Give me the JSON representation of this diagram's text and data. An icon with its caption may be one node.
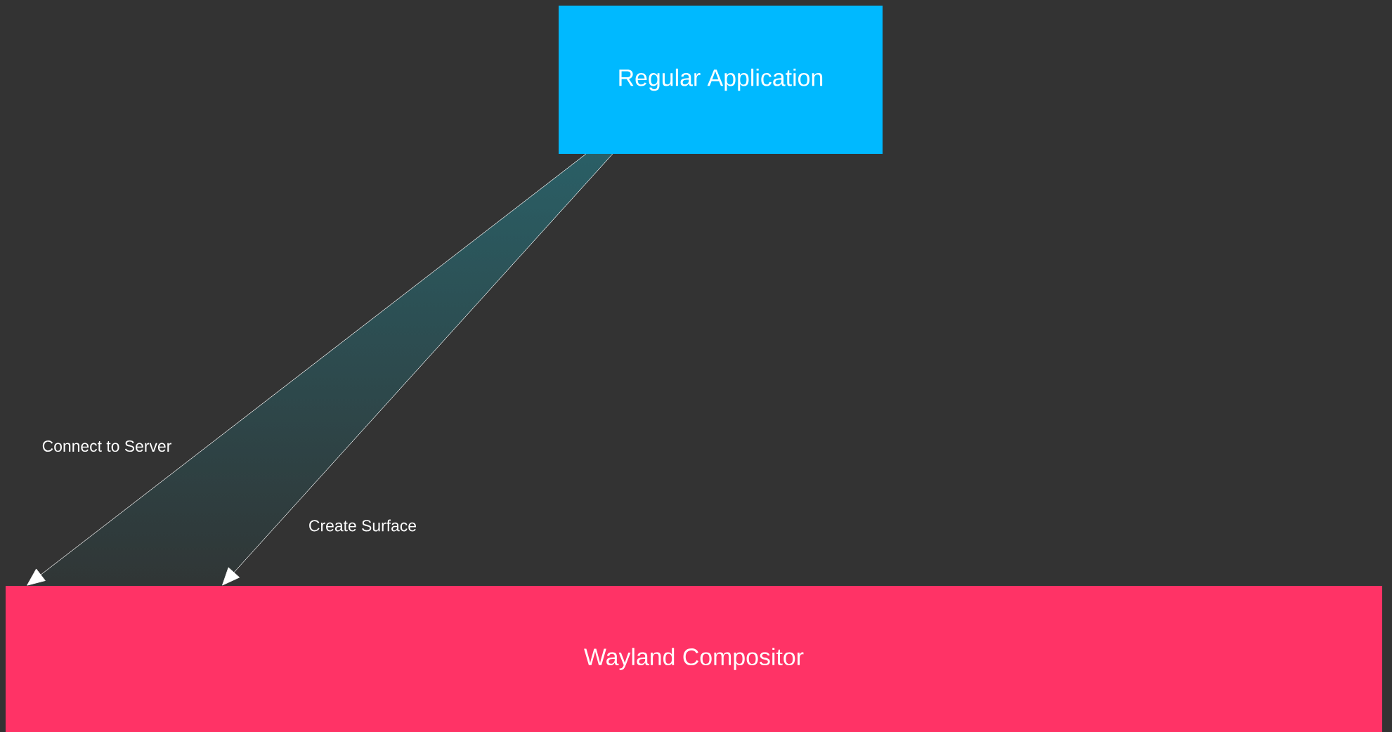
{
  "diagram": {
    "nodes": [
      {
        "text": [
          "Regular Application"
        ]
      },
      {
        "text": [
          "Wayland Compositor"
        ]
      }
    ],
    "edges": [
      {
        "from": 0,
        "to": 1,
        "arrow": "to",
        "label": "Connect to Server"
      },
      {
        "from": 0,
        "to": 1,
        "arrow": "to",
        "label": "Create Surface"
      }
    ]
  }
}
